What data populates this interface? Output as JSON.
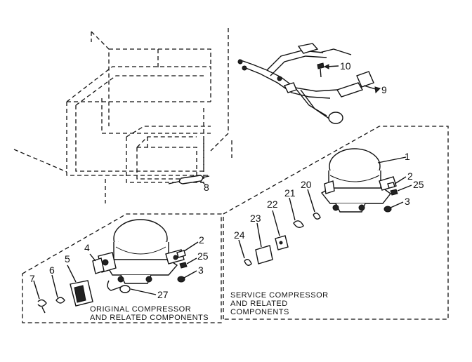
{
  "callouts": {
    "p1": "1",
    "p2a": "2",
    "p2b": "2",
    "p3a": "3",
    "p3b": "3",
    "p4": "4",
    "p5": "5",
    "p6": "6",
    "p7": "7",
    "p8": "8",
    "p9": "9",
    "p10": "10",
    "p20": "20",
    "p21": "21",
    "p22": "22",
    "p23": "23",
    "p24": "24",
    "p25a": "25",
    "p25b": "25",
    "p27": "27"
  },
  "captions": {
    "original": [
      "ORIGINAL COMPRESSOR",
      "AND RELATED COMPONENTS"
    ],
    "service": [
      "SERVICE COMPRESSOR",
      "AND RELATED",
      "COMPONENTS"
    ]
  }
}
